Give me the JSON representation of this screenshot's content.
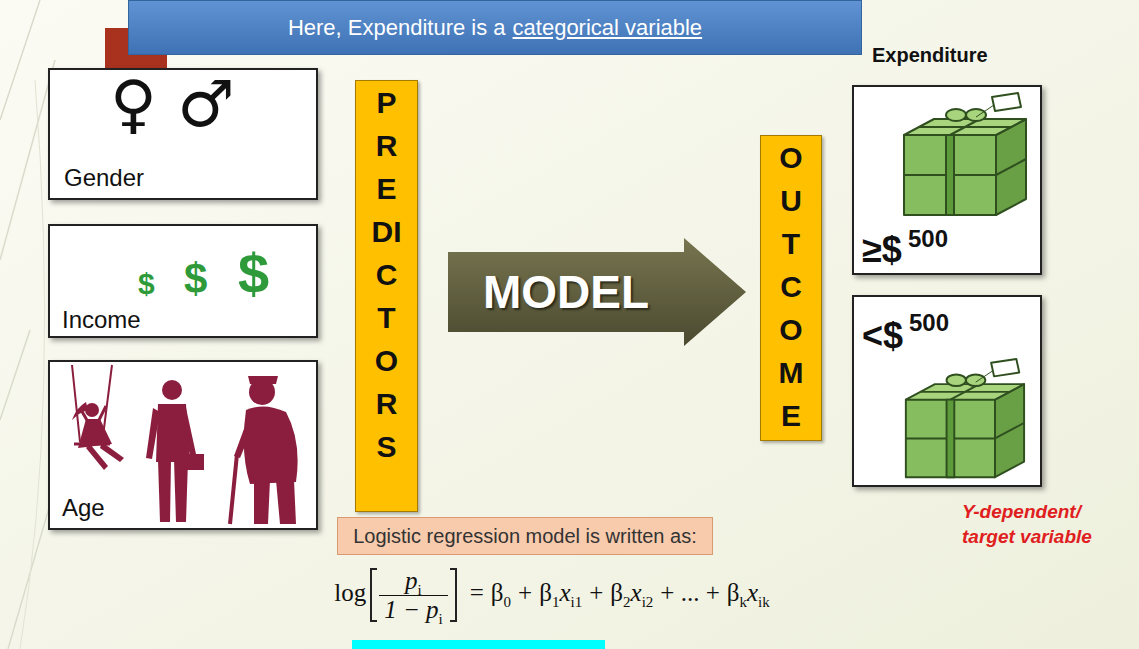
{
  "diagram": {
    "nodes": [
      {
        "text": [
          "Here, Expenditure is a",
          "categorical variable"
        ]
      },
      {
        "text": [
          "♀ ♂",
          "Gender"
        ]
      },
      {
        "text": [
          "$",
          "$",
          "$",
          "Income"
        ]
      },
      {
        "text": [
          "Age"
        ]
      },
      {
        "text": [
          "PREDICTORS"
        ]
      },
      {
        "text": [
          "MODEL"
        ]
      },
      {
        "text": [
          "OUTCOME"
        ]
      },
      {
        "text": [
          "≥$",
          "500"
        ]
      },
      {
        "text": [
          "<$",
          "500"
        ]
      },
      {
        "text": [
          "Logistic regression model is written as:"
        ]
      }
    ],
    "labels": [
      "Expenditure",
      "Y-dependent/ target variable",
      "log",
      "p",
      "i",
      "1 − p",
      "i",
      "=",
      "β",
      "0",
      "+",
      "β",
      "1",
      "x",
      "i1",
      "+",
      "β",
      "2",
      "x",
      "i2",
      "+ ... +",
      "β",
      "k",
      "x",
      "ik"
    ]
  }
}
